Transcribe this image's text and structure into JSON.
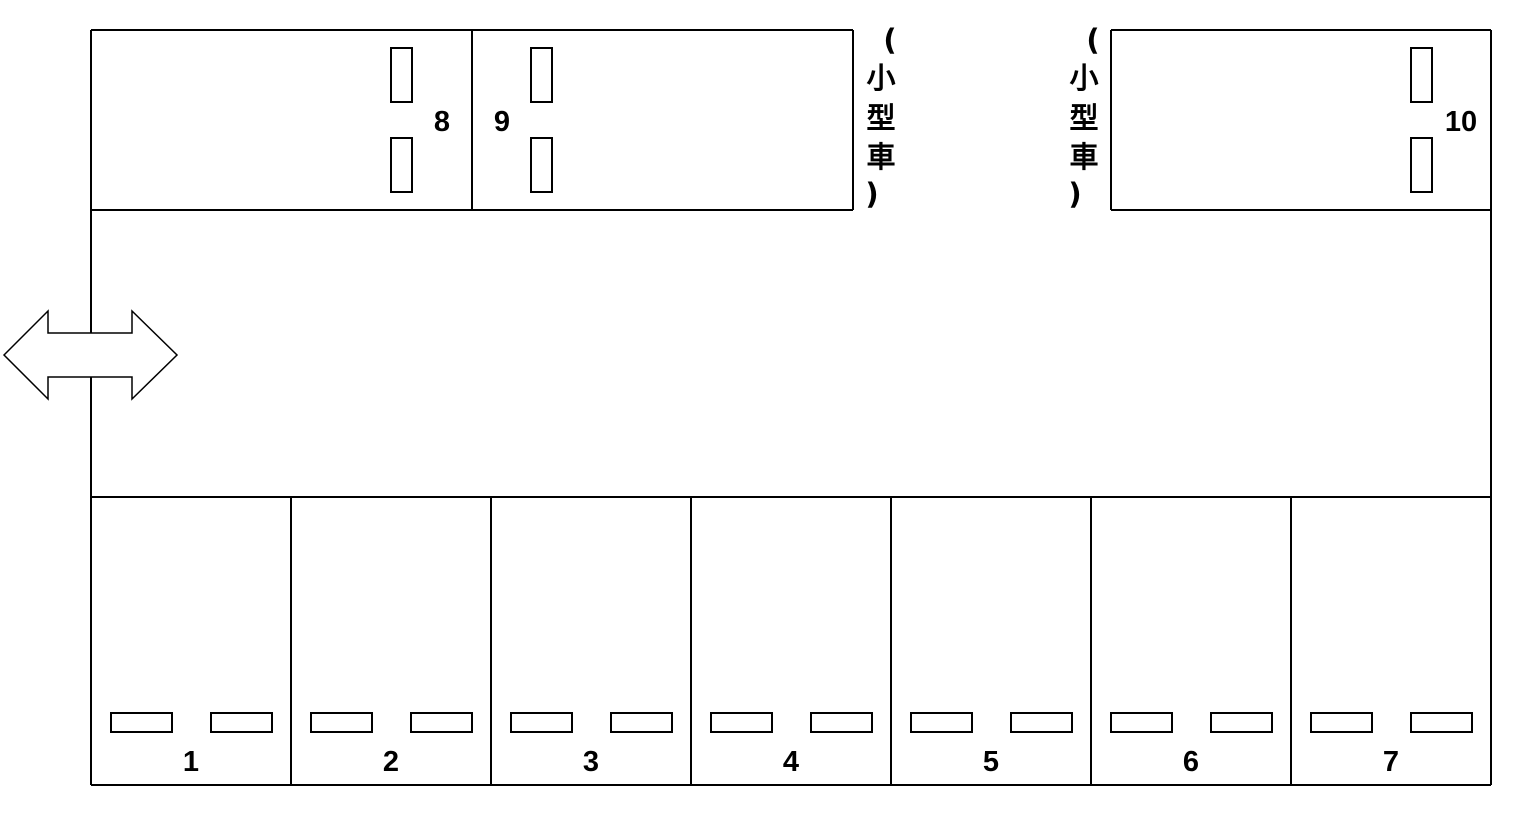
{
  "bottom_spaces": [
    {
      "number": "1"
    },
    {
      "number": "2"
    },
    {
      "number": "3"
    },
    {
      "number": "4"
    },
    {
      "number": "5"
    },
    {
      "number": "6"
    },
    {
      "number": "7"
    }
  ],
  "top_spaces": [
    {
      "number": "8"
    },
    {
      "number": "9"
    },
    {
      "number": "10"
    }
  ],
  "small_car_labels": [
    {
      "chars": [
        "(",
        "小",
        "型",
        "車",
        ")"
      ]
    },
    {
      "chars": [
        "(",
        "小",
        "型",
        "車",
        ")"
      ]
    }
  ],
  "entrance_arrow": {
    "icon": "double-headed-arrow-icon"
  }
}
